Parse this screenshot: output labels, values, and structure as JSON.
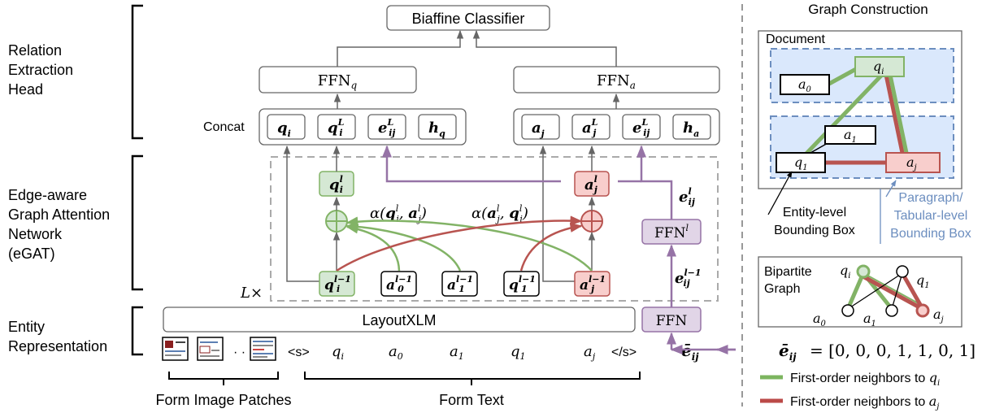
{
  "left_labels": {
    "relation_head": [
      "Relation",
      "Extraction",
      "Head"
    ],
    "egat": [
      "Edge-aware",
      "Graph Attention",
      "Network",
      "(eGAT)"
    ],
    "entity_rep": [
      "Entity",
      "Representation"
    ]
  },
  "biaffine": "Biaffine Classifier",
  "ffn_q": {
    "base": "FFN",
    "sub": "q"
  },
  "ffn_a": {
    "base": "FFN",
    "sub": "a"
  },
  "concat_label": "Concat",
  "concat_q": [
    {
      "base": "q",
      "sub": "i",
      "sup": ""
    },
    {
      "base": "q",
      "sub": "i",
      "sup": "L"
    },
    {
      "base": "e",
      "sub": "ij",
      "sup": "L"
    },
    {
      "base": "h",
      "sub": "q",
      "sup": ""
    }
  ],
  "concat_a": [
    {
      "base": "a",
      "sub": "j",
      "sup": ""
    },
    {
      "base": "a",
      "sub": "j",
      "sup": "L"
    },
    {
      "base": "e",
      "sub": "ij",
      "sup": "L"
    },
    {
      "base": "h",
      "sub": "a",
      "sup": ""
    }
  ],
  "egat_nodes": {
    "q_l": {
      "base": "q",
      "sub": "i",
      "sup": "l"
    },
    "a_l": {
      "base": "a",
      "sub": "j",
      "sup": "l"
    },
    "alpha_q": "α(qᵢˡ, aⱼˡ)",
    "alpha_a": "α(aⱼˡ, qᵢˡ)",
    "e_l": {
      "base": "e",
      "sub": "ij",
      "sup": "l"
    },
    "e_lm1": {
      "base": "e",
      "sub": "ij",
      "sup": "l−1"
    },
    "ffn_l": {
      "base": "FFN",
      "sup": "l"
    },
    "layer_repeat": "L×",
    "inputs": [
      {
        "base": "q",
        "sub": "i",
        "sup": "l−1",
        "color": "green"
      },
      {
        "base": "a",
        "sub": "0",
        "sup": "l−1",
        "color": "white"
      },
      {
        "base": "a",
        "sub": "1",
        "sup": "l−1",
        "color": "white"
      },
      {
        "base": "q",
        "sub": "1",
        "sup": "l−1",
        "color": "white"
      },
      {
        "base": "a",
        "sub": "j",
        "sup": "l−1",
        "color": "red"
      }
    ]
  },
  "layoutxlm": "LayoutXLM",
  "ffn_bottom": "FFN",
  "tokens": [
    "<s>",
    "q_i",
    "a_0",
    "a_1",
    "q_1",
    "a_j",
    "</s>"
  ],
  "tokens_display": [
    "<s>",
    "q",
    "a",
    "a",
    "q",
    "a",
    "</s>"
  ],
  "tokens_sub": [
    "",
    "i",
    "0",
    "1",
    "1",
    "j",
    ""
  ],
  "ellipsis": "· · ·",
  "e_bar": {
    "base": "ē",
    "sub": "ij"
  },
  "e_bar_eq": "= [0, 0, 0, 1, 1, 0, 1]",
  "form_image_patches": "Form Image Patches",
  "form_text": "Form Text",
  "graph_construction": "Graph Construction",
  "document": "Document",
  "doc_nodes": [
    {
      "base": "q",
      "sub": "i"
    },
    {
      "base": "a",
      "sub": "0"
    },
    {
      "base": "a",
      "sub": "1"
    },
    {
      "base": "q",
      "sub": "1"
    },
    {
      "base": "a",
      "sub": "j"
    }
  ],
  "entity_bbox": [
    "Entity-level",
    "Bounding Box"
  ],
  "para_bbox": [
    "Paragraph/",
    "Tabular-level",
    "Bounding Box"
  ],
  "bipartite": [
    "Bipartite",
    "Graph"
  ],
  "bip_nodes": [
    {
      "base": "q",
      "sub": "i"
    },
    {
      "base": "q",
      "sub": "1"
    },
    {
      "base": "a",
      "sub": "0"
    },
    {
      "base": "a",
      "sub": "1"
    },
    {
      "base": "a",
      "sub": "j"
    }
  ],
  "legend": [
    {
      "text": "First-order neighbors to ",
      "base": "q",
      "sub": "i",
      "color": "#7cb55f"
    },
    {
      "text": "First-order neighbors to ",
      "base": "a",
      "sub": "j",
      "color": "#bb4a48"
    }
  ],
  "colors": {
    "green_fill": "#d5e8d4",
    "green_stroke": "#82b366",
    "red_fill": "#f8cecc",
    "red_stroke": "#b85450",
    "purple_fill": "#e1d5e7",
    "purple_stroke": "#9673a6",
    "blue_fill": "#dae8fc",
    "blue_stroke": "#6c8ebf",
    "gray_arrow": "#666666"
  }
}
